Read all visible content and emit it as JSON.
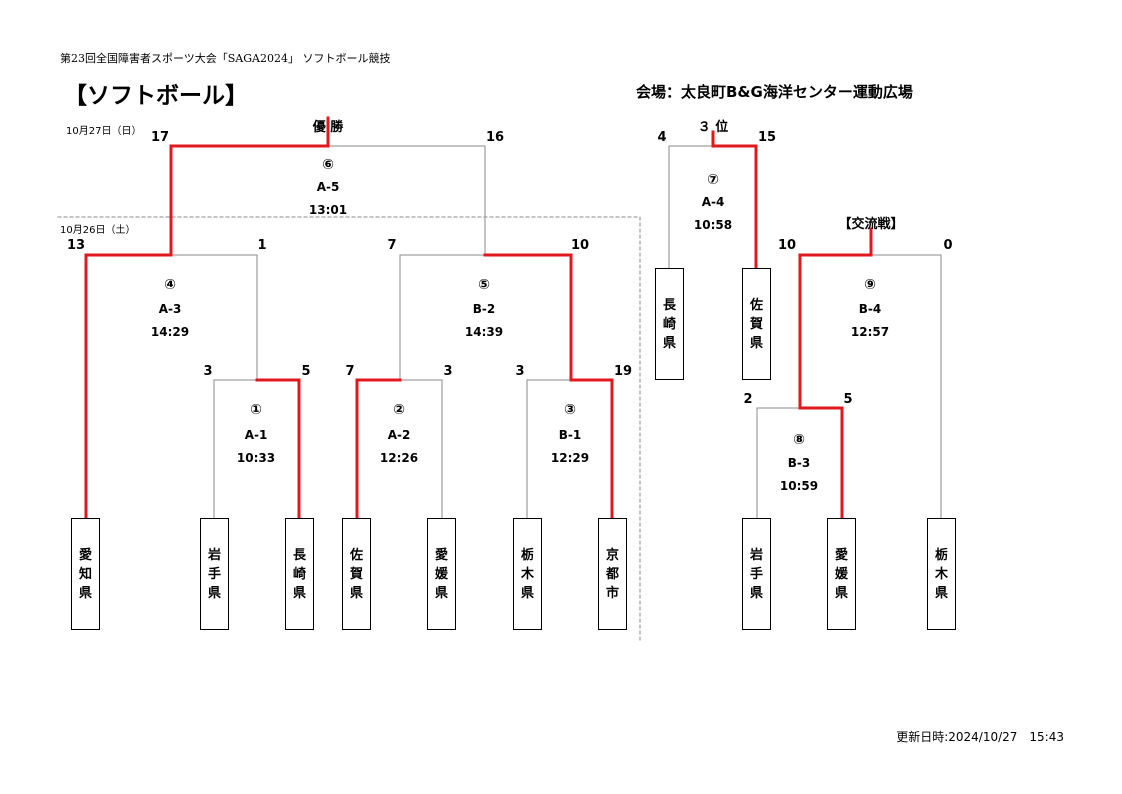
{
  "header": {
    "event": "第23回全国障害者スポーツ大会「SAGA2024」 ソフトボール競技",
    "sport": "【ソフトボール】",
    "venue": "会場：太良町B&G海洋センター運動広場"
  },
  "dates": {
    "day2": "10月27日（日）",
    "day1": "10月26日（土）"
  },
  "titles": {
    "champion": "優 勝",
    "third": "３ 位",
    "exchange": "【交流戦】"
  },
  "teams": {
    "aichi": "愛知県",
    "iwate1": "岩手県",
    "nagasaki1": "長崎県",
    "saga1": "佐賀県",
    "ehime1": "愛媛県",
    "tochigi1": "栃木県",
    "kyoto": "京都市",
    "nagasaki2": "長崎県",
    "saga2": "佐賀県",
    "iwate2": "岩手県",
    "ehime2": "愛媛県",
    "tochigi2": "栃木県"
  },
  "matches": {
    "m1": {
      "num": "①",
      "code": "A-1",
      "time": "10:33",
      "left": "3",
      "right": "5"
    },
    "m2": {
      "num": "②",
      "code": "A-2",
      "time": "12:26",
      "left": "7",
      "right": "3"
    },
    "m3": {
      "num": "③",
      "code": "B-1",
      "time": "12:29",
      "left": "3",
      "right": "19"
    },
    "m4": {
      "num": "④",
      "code": "A-3",
      "time": "14:29",
      "left": "13",
      "right": "1"
    },
    "m5": {
      "num": "⑤",
      "code": "B-2",
      "time": "14:39",
      "left": "7",
      "right": "10"
    },
    "m6": {
      "num": "⑥",
      "code": "A-5",
      "time": "13:01",
      "left": "17",
      "right": "16"
    },
    "m7": {
      "num": "⑦",
      "code": "A-4",
      "time": "10:58",
      "left": "4",
      "right": "15"
    },
    "m8": {
      "num": "⑧",
      "code": "B-3",
      "time": "10:59",
      "left": "2",
      "right": "5"
    },
    "m9": {
      "num": "⑨",
      "code": "B-4",
      "time": "12:57",
      "left": "10",
      "right": "0"
    }
  },
  "updated": "更新日時:2024/10/27　15:43",
  "colors": {
    "win": "#e0191e",
    "line": "#888888",
    "text": "#000000"
  }
}
